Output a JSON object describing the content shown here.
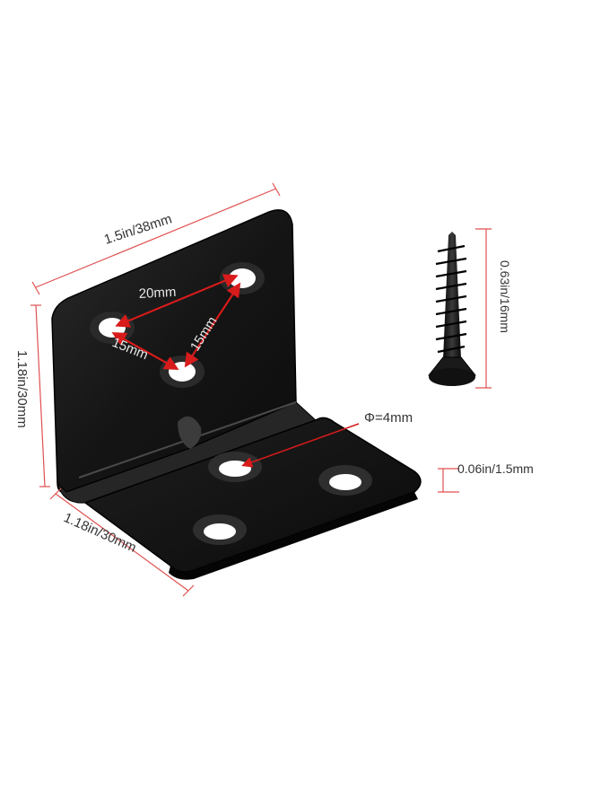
{
  "labels": {
    "width": "1.5in/38mm",
    "height": "1.18in/30mm",
    "depth": "1.18in/30mm",
    "hole_spacing_top": "20mm",
    "hole_spacing_left": "15mm",
    "hole_spacing_right": "15mm",
    "screw_length": "0.63in/16mm",
    "hole_diameter": "Φ=4mm",
    "thickness": "0.06in/1.5mm"
  },
  "colors": {
    "dimension_line": "#e05050",
    "arrow_red": "#d81b1b",
    "bracket": "#161616",
    "label_text": "#333333"
  }
}
